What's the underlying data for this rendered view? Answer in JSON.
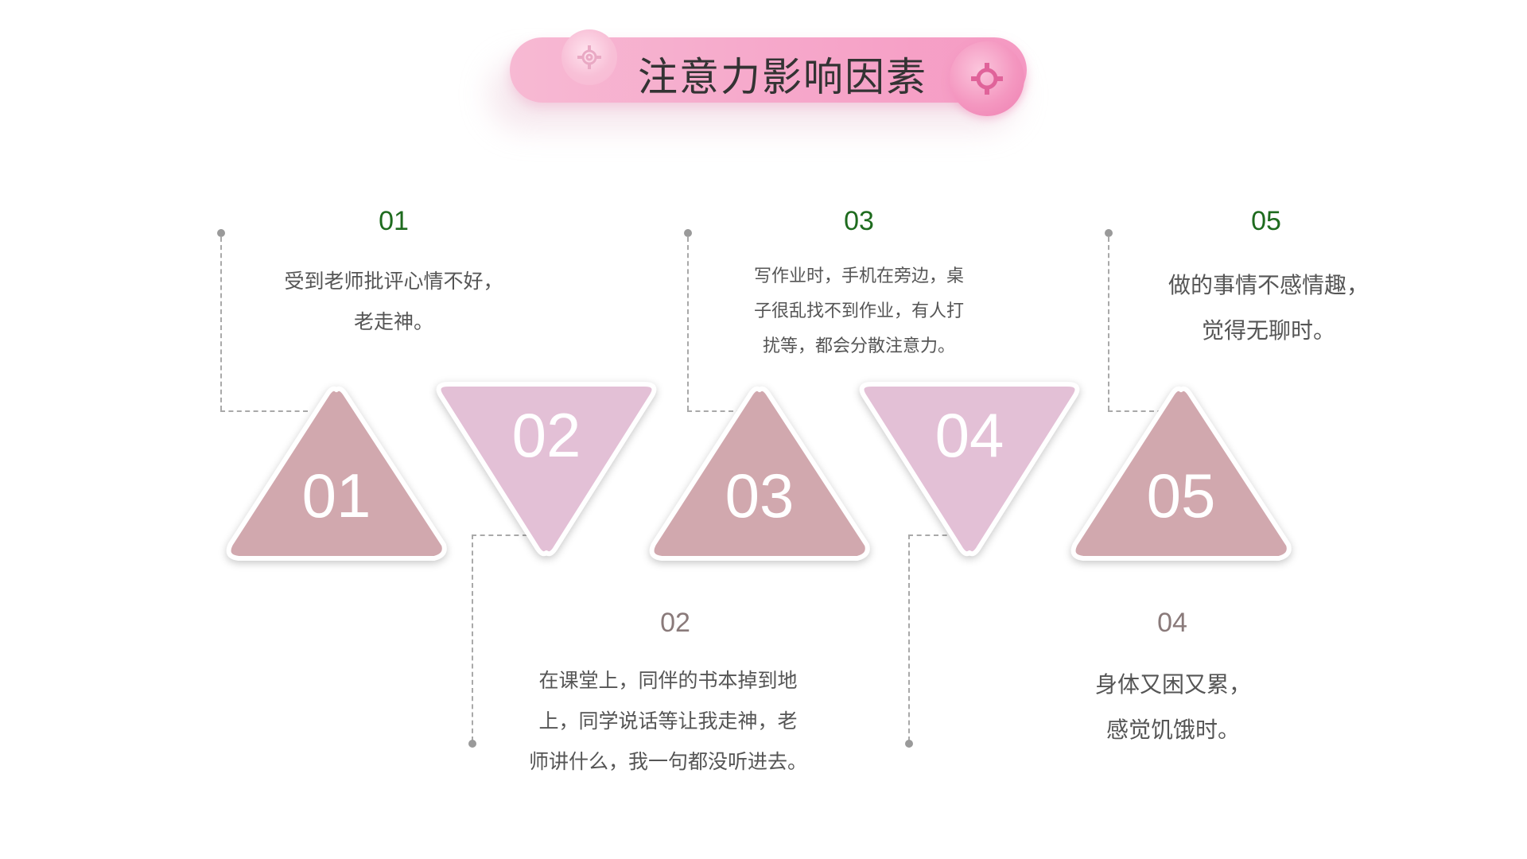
{
  "title": "注意力影响因素",
  "triangles": [
    {
      "label": "01",
      "color": "#d1a8ae"
    },
    {
      "label": "02",
      "color": "#e3c0d6"
    },
    {
      "label": "03",
      "color": "#d1a8ae"
    },
    {
      "label": "04",
      "color": "#e3c0d6"
    },
    {
      "label": "05",
      "color": "#d1a8ae"
    }
  ],
  "steps": [
    {
      "num": "01",
      "lines": [
        "受到老师批评心情不好，",
        "老走神。"
      ]
    },
    {
      "num": "02",
      "lines": [
        "在课堂上，同伴的书本掉到地",
        "上，同学说话等让我走神，老",
        "师讲什么，我一句都没听进去。"
      ]
    },
    {
      "num": "03",
      "lines": [
        "写作业时，手机在旁边，桌",
        "子很乱找不到作业，有人打",
        "扰等，都会分散注意力。"
      ]
    },
    {
      "num": "04",
      "lines": [
        "身体又困又累，",
        "感觉饥饿时。"
      ]
    },
    {
      "num": "05",
      "lines": [
        "做的事情不感情趣，",
        "觉得无聊时。"
      ]
    }
  ],
  "colors": {
    "title_pill": "#f6a7ca",
    "upright_triangle": "#d1a8ae",
    "inverted_triangle": "#e3c0d6",
    "top_number": "#1e6b1e",
    "bottom_number": "#8a7a7a",
    "connector": "#a9a9a9"
  },
  "icons": [
    "gear-icon"
  ]
}
